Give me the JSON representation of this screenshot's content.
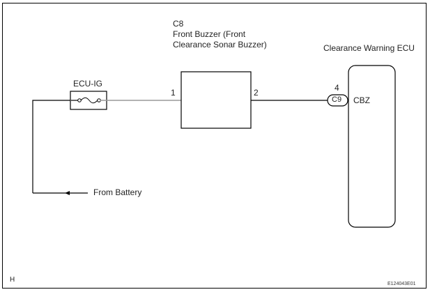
{
  "diagram": {
    "components": {
      "buzzer": {
        "code": "C8",
        "name_line1": "Front Buzzer (Front",
        "name_line2": "Clearance Sonar Buzzer)",
        "pin_in": "1",
        "pin_out": "2"
      },
      "fuse": {
        "label": "ECU-IG"
      },
      "ecu": {
        "name": "Clearance Warning ECU",
        "connector": "C9",
        "pin": "4",
        "terminal": "CBZ"
      }
    },
    "source_label": "From Battery",
    "corner_label": "H",
    "figure_id": "E124043E01",
    "colors": {
      "wire": "#000000",
      "wire_fused": "#9a9a9a"
    }
  }
}
